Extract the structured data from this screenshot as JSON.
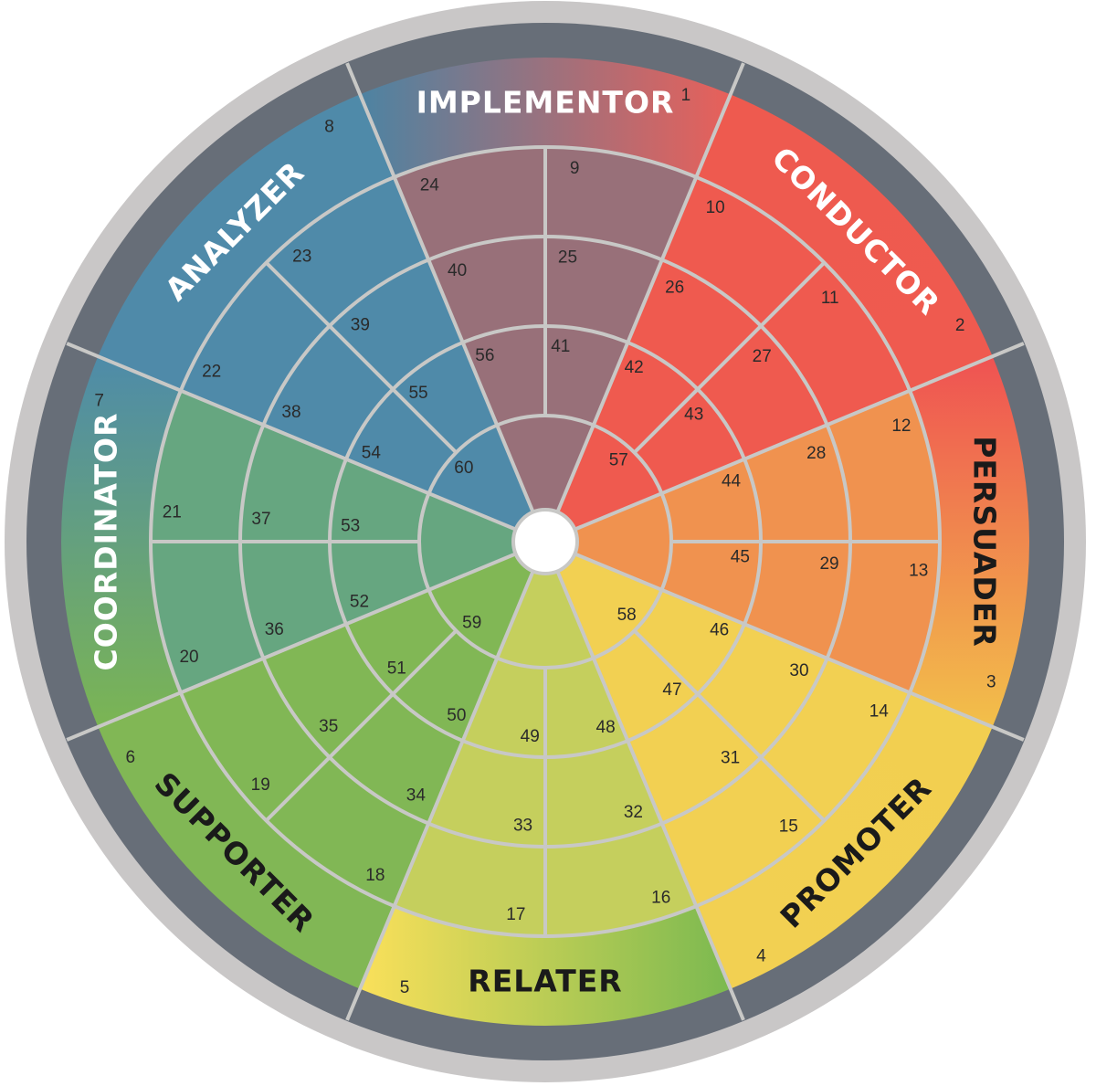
{
  "roles": [
    {
      "key": "implementor",
      "label": "IMPLEMENTOR",
      "text_color": "#ffffff",
      "cell_color": "#987079",
      "band_from": "#4d83a2",
      "band_to": "#e8605a"
    },
    {
      "key": "conductor",
      "label": "CONDUCTOR",
      "text_color": "#ffffff",
      "cell_color": "#ef5a4f",
      "band_from": "#ee5a4f",
      "band_to": "#ef5a4f"
    },
    {
      "key": "persuader",
      "label": "PERSUADER",
      "text_color": "#1a1a1a",
      "cell_color": "#f0924f",
      "band_from": "#ef5252",
      "band_to": "#f2c04a"
    },
    {
      "key": "promoter",
      "label": "PROMOTER",
      "text_color": "#1a1a1a",
      "cell_color": "#f2d052",
      "band_from": "#f2cf50",
      "band_to": "#f2d052"
    },
    {
      "key": "relater",
      "label": "RELATER",
      "text_color": "#1a1a1a",
      "cell_color": "#c5cf5d",
      "band_from": "#7bb950",
      "band_to": "#fae05a"
    },
    {
      "key": "supporter",
      "label": "SUPPORTER",
      "text_color": "#1a1a1a",
      "cell_color": "#81b755",
      "band_from": "#81b755",
      "band_to": "#81b755"
    },
    {
      "key": "coordinator",
      "label": "COORDINATOR",
      "text_color": "#ffffff",
      "cell_color": "#66a680",
      "band_from": "#7bb553",
      "band_to": "#4e8ba9"
    },
    {
      "key": "analyzer",
      "label": "ANALYZER",
      "text_color": "#ffffff",
      "cell_color": "#4f8aa9",
      "band_from": "#4f8aa9",
      "band_to": "#4f8aa9"
    }
  ],
  "outer_numbers": [
    "1",
    "2",
    "3",
    "4",
    "5",
    "6",
    "7",
    "8"
  ],
  "cell_numbers": {
    "ring4_outer_half": [
      "9",
      "10",
      "11",
      "12",
      "13",
      "14",
      "15",
      "16",
      "17",
      "18",
      "19",
      "20",
      "21",
      "22",
      "23",
      "24"
    ],
    "ring3_outer_half": [
      "25",
      "26",
      "27",
      "28",
      "29",
      "30",
      "31",
      "32",
      "33",
      "34",
      "35",
      "36",
      "37",
      "38",
      "39",
      "40"
    ],
    "ring2_outer_half": [
      "41",
      "42",
      "43",
      "44",
      "45",
      "46",
      "47",
      "48",
      "49",
      "50",
      "51",
      "52",
      "53",
      "54",
      "55",
      "56"
    ],
    "ring1": [
      "57",
      "58",
      "59",
      "60"
    ]
  },
  "colors": {
    "outer_rim": "#c9c7c7",
    "dark_rim": "#676e78",
    "grid_line": "#c8c8c6",
    "hub": "#ffffff"
  }
}
